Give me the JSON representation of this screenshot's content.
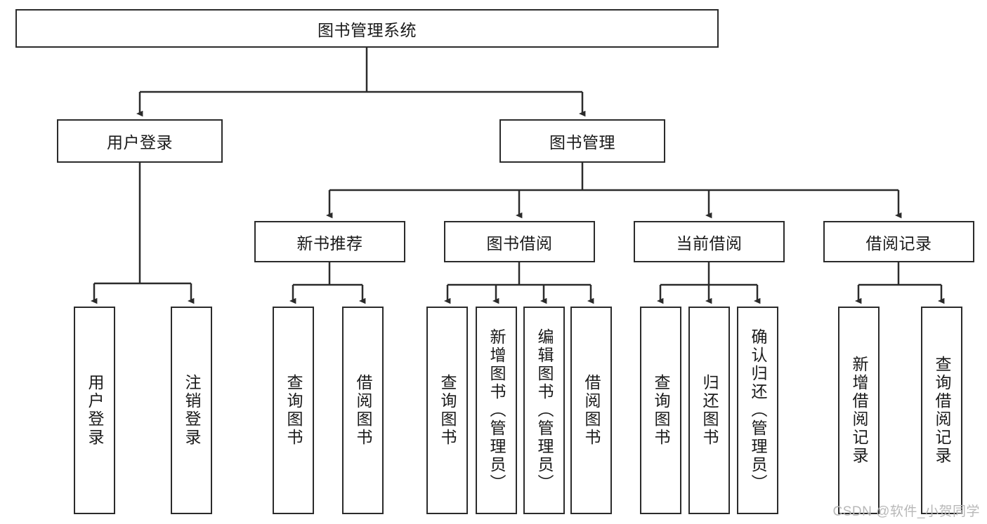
{
  "diagram": {
    "title": "图书管理系统",
    "type": "tree-hierarchy-diagram",
    "root": {
      "label": "图书管理系统"
    },
    "level2": [
      {
        "label": "用户登录"
      },
      {
        "label": "图书管理"
      }
    ],
    "level3": [
      {
        "label": "新书推荐"
      },
      {
        "label": "图书借阅"
      },
      {
        "label": "当前借阅"
      },
      {
        "label": "借阅记录"
      }
    ],
    "leaves": {
      "user_login": [
        {
          "label": "用户登录"
        },
        {
          "label": "注销登录"
        }
      ],
      "new_book_recommend": [
        {
          "label": "查询图书"
        },
        {
          "label": "借阅图书"
        }
      ],
      "book_borrow": [
        {
          "label": "查询图书"
        },
        {
          "label": "新增图书（管理员）"
        },
        {
          "label": "编辑图书（管理员）"
        },
        {
          "label": "借阅图书"
        }
      ],
      "current_borrow": [
        {
          "label": "查询图书"
        },
        {
          "label": "归还图书"
        },
        {
          "label": "确认归还（管理员）"
        }
      ],
      "borrow_record": [
        {
          "label": "新增借阅记录"
        },
        {
          "label": "查询借阅记录"
        }
      ]
    },
    "watermark": "CSDN @软件_小贺同学",
    "colors": {
      "stroke": "#2b2b2b",
      "fill": "#ffffff",
      "text": "#1a1a1a",
      "watermark": "#b8b8b8"
    }
  }
}
